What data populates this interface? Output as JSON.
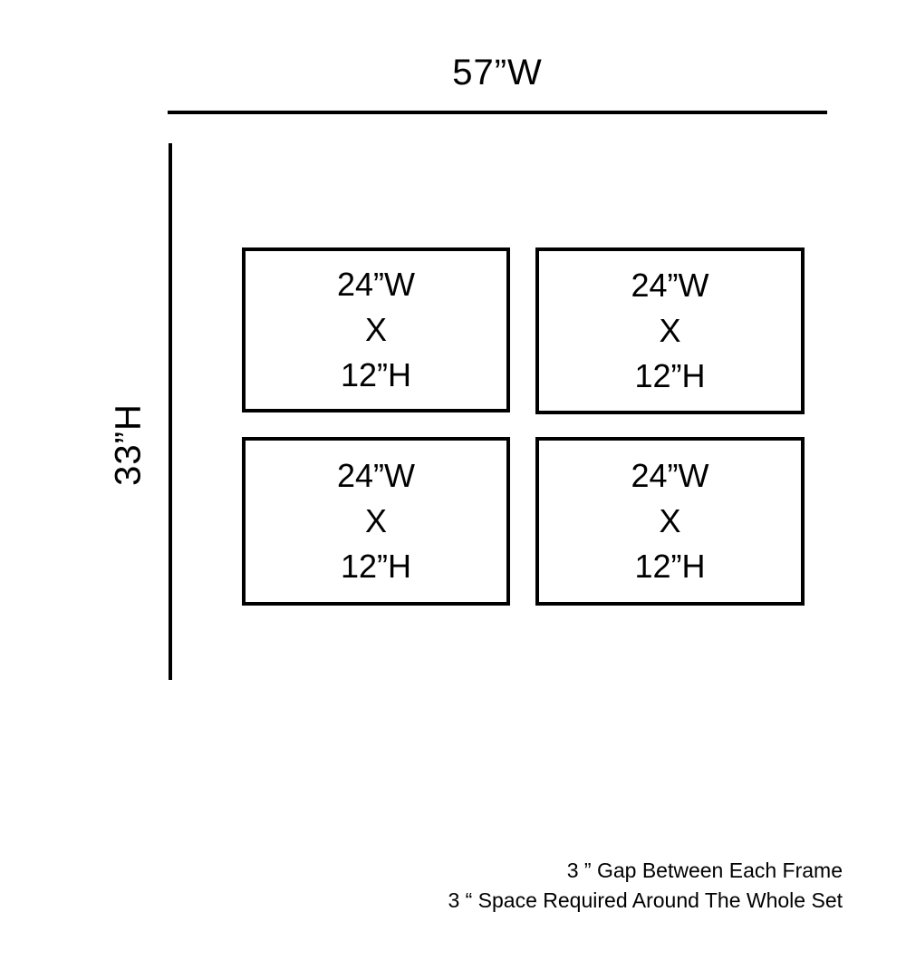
{
  "diagram": {
    "total_width_label": "57”W",
    "total_height_label": "33”H",
    "frames": [
      {
        "position": "top-left",
        "width_label": "24”W",
        "x_label": "X",
        "height_label": "12”H"
      },
      {
        "position": "top-right",
        "width_label": "24”W",
        "x_label": "X",
        "height_label": "12”H"
      },
      {
        "position": "bottom-left",
        "width_label": "24”W",
        "x_label": "X",
        "height_label": "12”H"
      },
      {
        "position": "bottom-right",
        "width_label": "24”W",
        "x_label": "X",
        "height_label": "12”H"
      }
    ],
    "notes": {
      "gap": "3 ” Gap Between Each Frame",
      "space": "3 “ Space Required Around The Whole Set"
    },
    "colors": {
      "line": "#000000",
      "background": "#ffffff"
    }
  }
}
